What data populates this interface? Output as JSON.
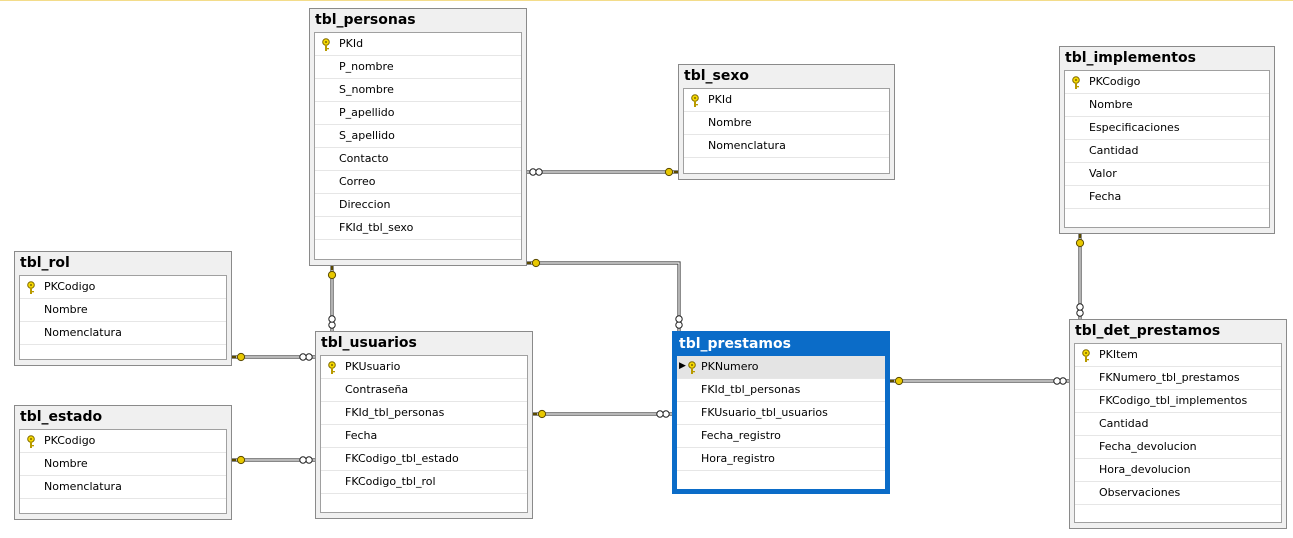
{
  "diagram": {
    "tables": [
      {
        "id": "personas",
        "name": "tbl_personas",
        "selected": false,
        "columns": [
          {
            "name": "PKId",
            "pk": true
          },
          {
            "name": "P_nombre",
            "pk": false
          },
          {
            "name": "S_nombre",
            "pk": false
          },
          {
            "name": "P_apellido",
            "pk": false
          },
          {
            "name": "S_apellido",
            "pk": false
          },
          {
            "name": "Contacto",
            "pk": false
          },
          {
            "name": "Correo",
            "pk": false
          },
          {
            "name": "Direccion",
            "pk": false
          },
          {
            "name": "FKId_tbl_sexo",
            "pk": false
          }
        ]
      },
      {
        "id": "sexo",
        "name": "tbl_sexo",
        "selected": false,
        "columns": [
          {
            "name": "PKId",
            "pk": true
          },
          {
            "name": "Nombre",
            "pk": false
          },
          {
            "name": "Nomenclatura",
            "pk": false
          }
        ]
      },
      {
        "id": "implementos",
        "name": "tbl_implementos",
        "selected": false,
        "columns": [
          {
            "name": "PKCodigo",
            "pk": true
          },
          {
            "name": "Nombre",
            "pk": false
          },
          {
            "name": "Especificaciones",
            "pk": false
          },
          {
            "name": "Cantidad",
            "pk": false
          },
          {
            "name": "Valor",
            "pk": false
          },
          {
            "name": "Fecha",
            "pk": false
          }
        ]
      },
      {
        "id": "rol",
        "name": "tbl_rol",
        "selected": false,
        "columns": [
          {
            "name": "PKCodigo",
            "pk": true
          },
          {
            "name": "Nombre",
            "pk": false
          },
          {
            "name": "Nomenclatura",
            "pk": false
          }
        ]
      },
      {
        "id": "usuarios",
        "name": "tbl_usuarios",
        "selected": false,
        "columns": [
          {
            "name": "PKUsuario",
            "pk": true
          },
          {
            "name": "Contraseña",
            "pk": false
          },
          {
            "name": "FKId_tbl_personas",
            "pk": false
          },
          {
            "name": "Fecha",
            "pk": false
          },
          {
            "name": "FKCodigo_tbl_estado",
            "pk": false
          },
          {
            "name": "FKCodigo_tbl_rol",
            "pk": false
          }
        ]
      },
      {
        "id": "prestamos",
        "name": "tbl_prestamos",
        "selected": true,
        "columns": [
          {
            "name": "PKNumero",
            "pk": true,
            "current": true
          },
          {
            "name": "FKId_tbl_personas",
            "pk": false
          },
          {
            "name": "FKUsuario_tbl_usuarios",
            "pk": false
          },
          {
            "name": "Fecha_registro",
            "pk": false
          },
          {
            "name": "Hora_registro",
            "pk": false
          }
        ]
      },
      {
        "id": "estado",
        "name": "tbl_estado",
        "selected": false,
        "columns": [
          {
            "name": "PKCodigo",
            "pk": true
          },
          {
            "name": "Nombre",
            "pk": false
          },
          {
            "name": "Nomenclatura",
            "pk": false
          }
        ]
      },
      {
        "id": "det_prestamos",
        "name": "tbl_det_prestamos",
        "selected": false,
        "columns": [
          {
            "name": "PKItem",
            "pk": true
          },
          {
            "name": "FKNumero_tbl_prestamos",
            "pk": false
          },
          {
            "name": "FKCodigo_tbl_implementos",
            "pk": false
          },
          {
            "name": "Cantidad",
            "pk": false
          },
          {
            "name": "Fecha_devolucion",
            "pk": false
          },
          {
            "name": "Hora_devolucion",
            "pk": false
          },
          {
            "name": "Observaciones",
            "pk": false
          }
        ]
      }
    ],
    "relationships": [
      {
        "id": "personas-sexo",
        "from": "personas",
        "to": "sexo"
      },
      {
        "id": "usuarios-personas",
        "from": "usuarios",
        "to": "personas"
      },
      {
        "id": "prestamos-personas",
        "from": "prestamos",
        "to": "personas"
      },
      {
        "id": "usuarios-rol",
        "from": "usuarios",
        "to": "rol"
      },
      {
        "id": "usuarios-estado",
        "from": "usuarios",
        "to": "estado"
      },
      {
        "id": "prestamos-usuarios",
        "from": "prestamos",
        "to": "usuarios"
      },
      {
        "id": "det-prestamos",
        "from": "det_prestamos",
        "to": "prestamos"
      },
      {
        "id": "det-implementos",
        "from": "det_prestamos",
        "to": "implementos"
      }
    ],
    "colors": {
      "key": "#e8c800",
      "selected": "#0b6cc8",
      "line": "#404040"
    }
  }
}
